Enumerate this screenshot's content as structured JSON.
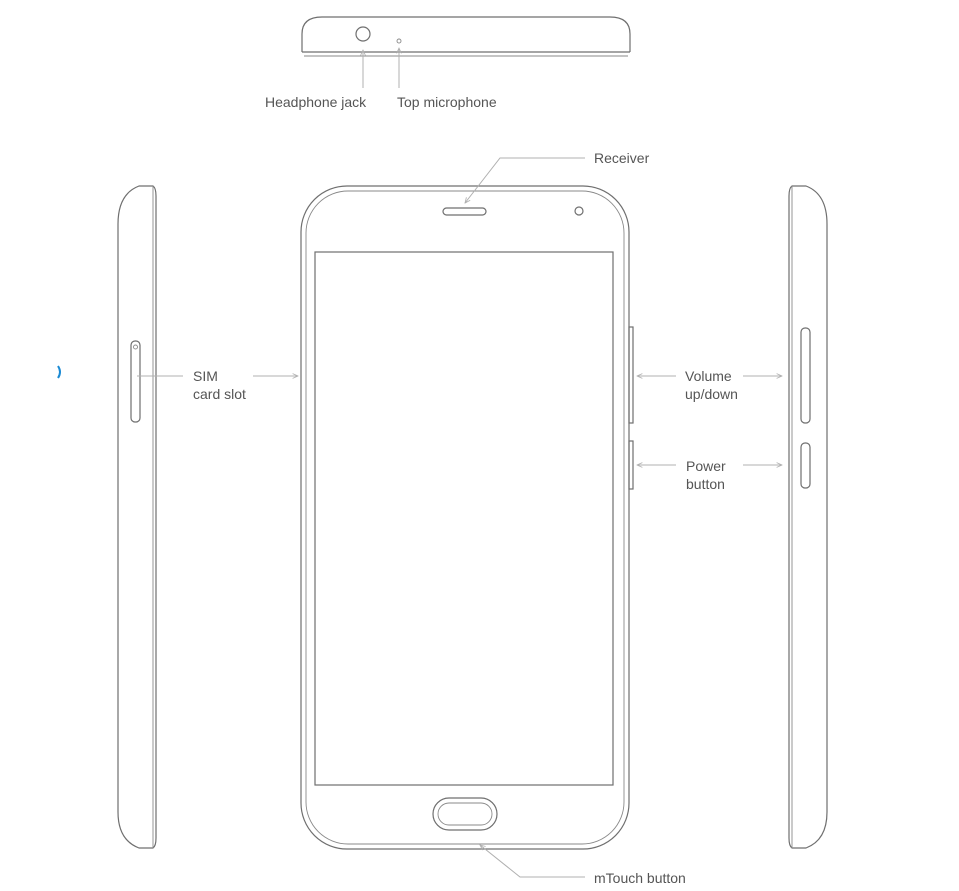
{
  "labels": {
    "headphone_jack": "Headphone jack",
    "top_microphone": "Top microphone",
    "receiver": "Receiver",
    "sim_line1": "SIM",
    "sim_line2": "card slot",
    "volume_line1": "Volume",
    "volume_line2": "up/down",
    "power_line1": "Power",
    "power_line2": "button",
    "mtouch": "mTouch button"
  },
  "colors": {
    "outline": "#6f6f6f",
    "label_text": "#555555",
    "leader_line": "#b0b0b0",
    "accent_mark": "#1a8ad4"
  }
}
